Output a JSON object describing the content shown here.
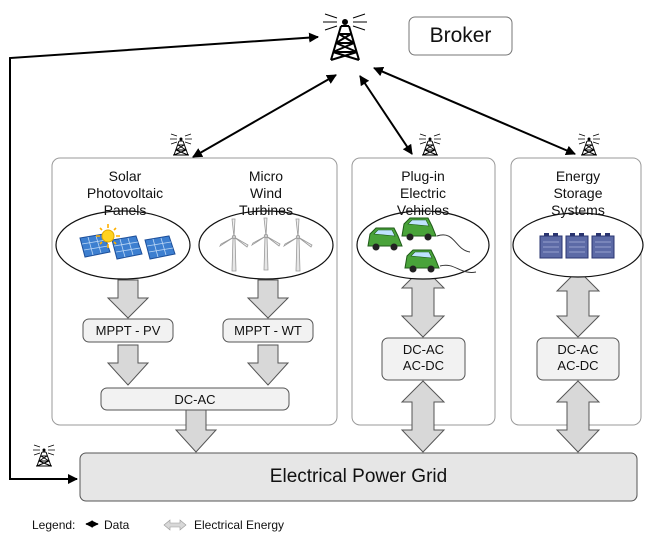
{
  "broker": {
    "label": "Broker"
  },
  "grid": {
    "label": "Electrical Power Grid"
  },
  "sources": [
    {
      "key": "pv",
      "title_lines": [
        "Solar",
        "Photovoltaic",
        "Panels"
      ],
      "converter": "MPPT - PV"
    },
    {
      "key": "wt",
      "title_lines": [
        "Micro",
        "Wind",
        "Turbines"
      ],
      "converter": "MPPT - WT"
    }
  ],
  "shared_converter": "DC-AC",
  "ev": {
    "title_lines": [
      "Plug-in",
      "Electric",
      "Vehicles"
    ],
    "converter_lines": [
      "DC-AC",
      "AC-DC"
    ]
  },
  "storage": {
    "title_lines": [
      "Energy",
      "Storage",
      "Systems"
    ],
    "converter_lines": [
      "DC-AC",
      "AC-DC"
    ]
  },
  "legend": {
    "prefix": "Legend:",
    "items": [
      {
        "icon": "double-arrow-icon",
        "label": "Data"
      },
      {
        "icon": "energy-double-arrow-icon",
        "label": "Electrical Energy"
      }
    ]
  },
  "colors": {
    "panel_border": "#9a9a9a",
    "box_fill": "#f2f2f2",
    "grid_fill": "#e6e6e6",
    "arrow_fill": "#d8d8d8",
    "solar_blue": "#3d7fd0",
    "sun_yellow": "#ffd21f",
    "ev_green": "#49a33a",
    "battery_blue": "#5c6aa6"
  }
}
